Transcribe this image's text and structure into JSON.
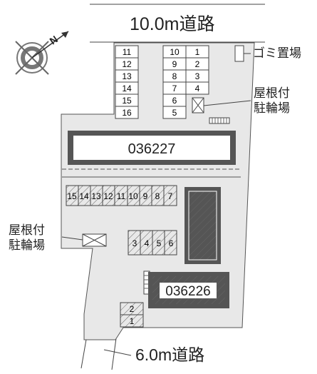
{
  "roads": {
    "top": "10.0m道路",
    "bottom": "6.0m道路"
  },
  "compass": {
    "label": "N",
    "icon": "north-compass-icon"
  },
  "facilities": {
    "garbage": "ゴミ置場",
    "bike_parking_right": "屋根付駐輪場",
    "bike_parking_left": "屋根付駐輪場"
  },
  "buildings": {
    "main": "036227",
    "annex": "036226"
  },
  "parking": {
    "top_left_column": [
      "11",
      "12",
      "13",
      "14",
      "15",
      "16"
    ],
    "top_middle_column": [
      "10",
      "9",
      "8",
      "7",
      "6",
      "5"
    ],
    "top_right_column": [
      "1",
      "2",
      "3",
      "4"
    ],
    "middle_row": [
      "15",
      "14",
      "13",
      "12",
      "11",
      "10",
      "9",
      "8",
      "7"
    ],
    "small_row": [
      "3",
      "4",
      "5",
      "6"
    ],
    "bottom_stack": [
      "2",
      "1"
    ]
  },
  "colors": {
    "lot_fill": "#e8e8e8",
    "building_border": "#555555",
    "line": "#333333"
  }
}
